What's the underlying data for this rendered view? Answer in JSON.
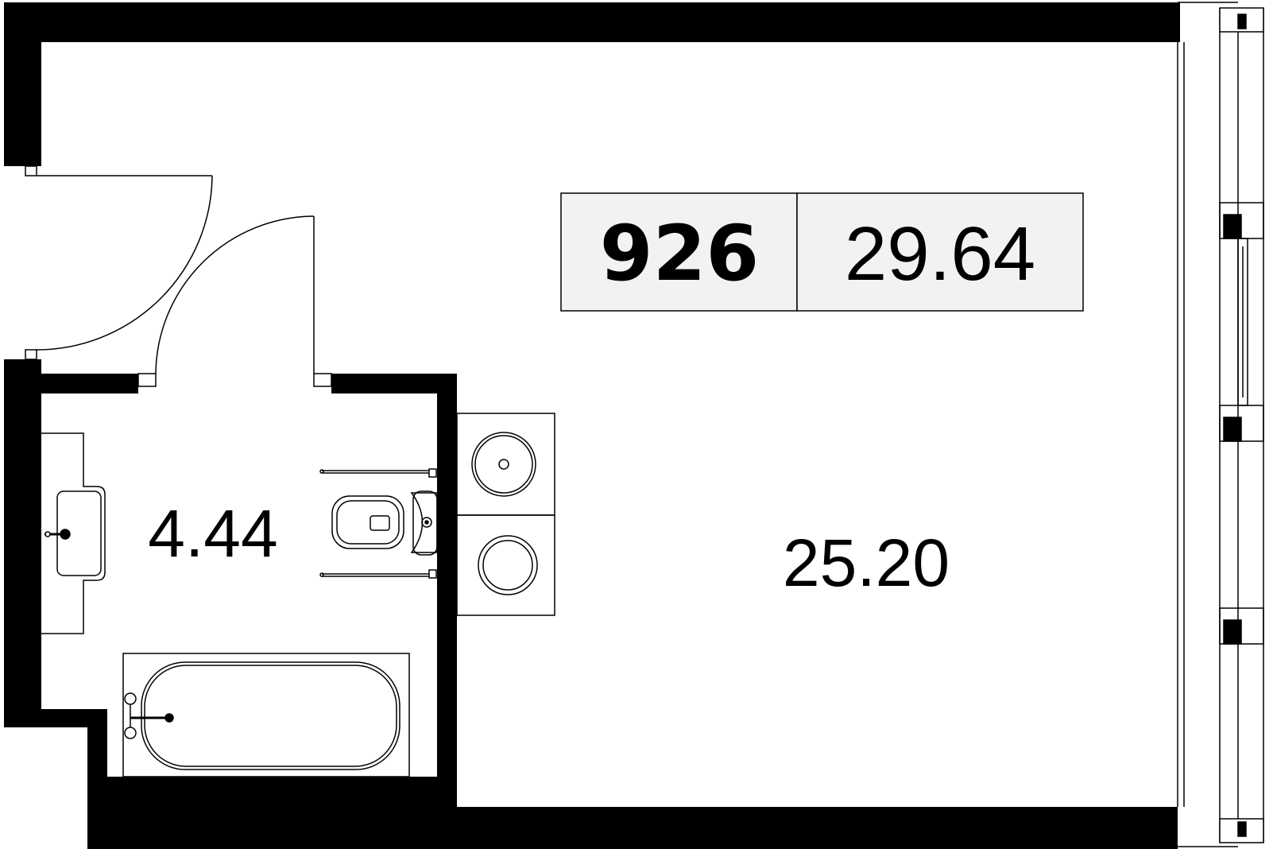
{
  "plan": {
    "apartment_number": "926",
    "total_area": "29.64",
    "rooms": [
      {
        "id": "bathroom",
        "area": "4.44"
      },
      {
        "id": "living-room",
        "area": "25.20"
      }
    ]
  },
  "colors": {
    "wall": "#000000",
    "line": "#000000",
    "background": "#ffffff",
    "label_fill": "#f2f2f2"
  }
}
